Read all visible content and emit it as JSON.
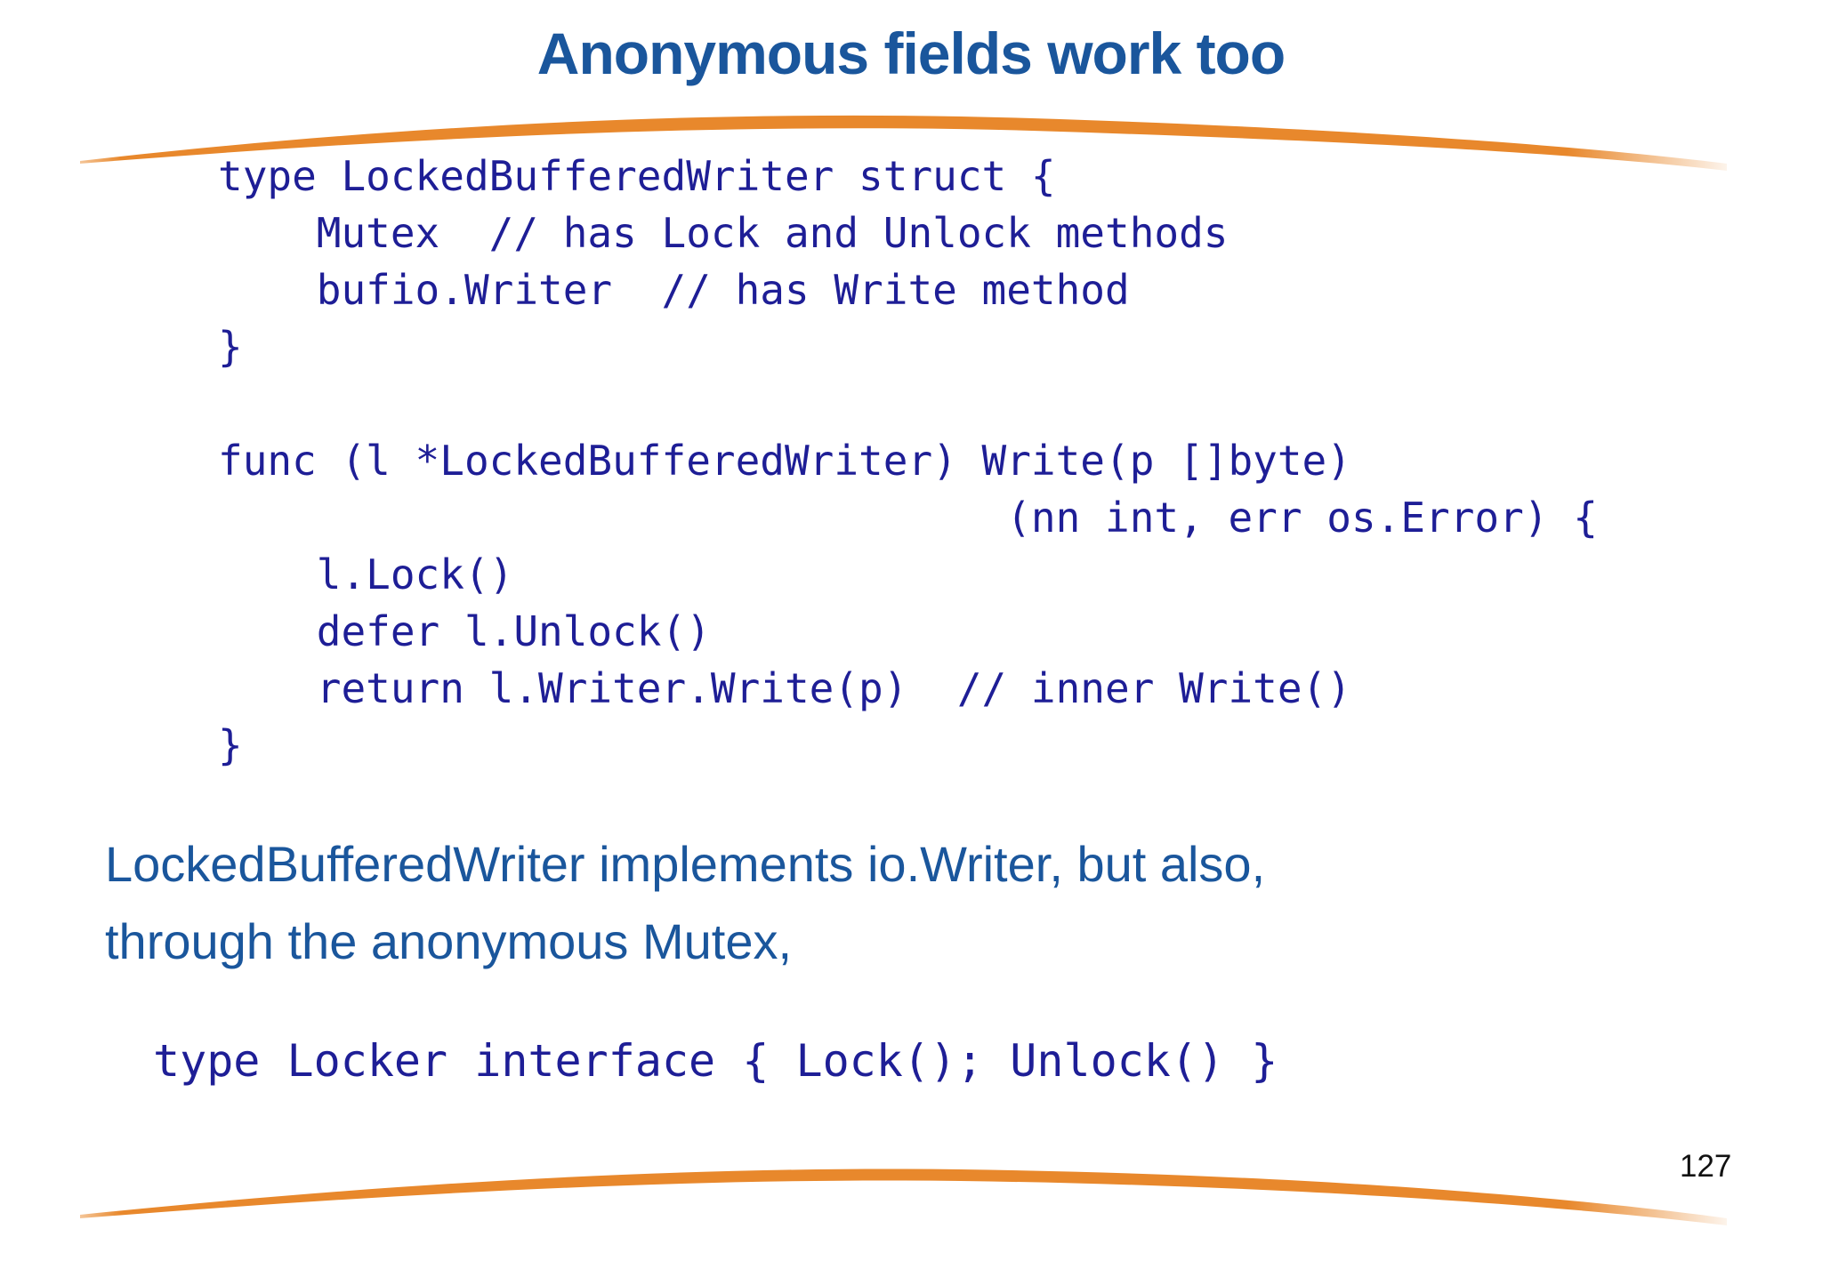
{
  "slide": {
    "title": "Anonymous fields work too",
    "code_block": [
      "type LockedBufferedWriter struct {",
      "    Mutex  // has Lock and Unlock methods",
      "    bufio.Writer  // has Write method",
      "}",
      "",
      "func (l *LockedBufferedWriter) Write(p []byte)",
      "                                (nn int, err os.Error) {",
      "    l.Lock()",
      "    defer l.Unlock()",
      "    return l.Writer.Write(p)  // inner Write()",
      "}"
    ],
    "body_text": [
      "LockedBufferedWriter implements io.Writer, but also,",
      "through the anonymous Mutex,"
    ],
    "interface_line": "type Locker interface { Lock(); Unlock() }",
    "page_number": "127",
    "colors": {
      "accent_orange": "#E8882C",
      "heading_blue": "#1A569C",
      "code_navy": "#1E1E96"
    }
  }
}
